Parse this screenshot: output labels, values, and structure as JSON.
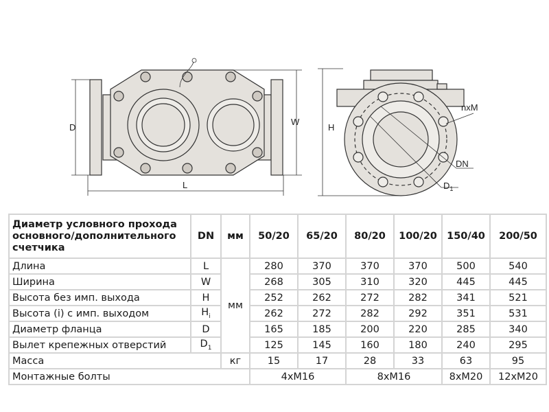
{
  "drawing": {
    "labels": {
      "D": "D",
      "W": "W",
      "L": "L",
      "H": "H",
      "nxM": "nxM",
      "DN": "DN",
      "D1": "D",
      "D1_sub": "1"
    }
  },
  "table": {
    "header": {
      "label": "Диаметр условного прохода основного/дополнительного счетчика",
      "symbol": "DN",
      "unit": "мм",
      "sizes": [
        "50/20",
        "65/20",
        "80/20",
        "100/20",
        "150/40",
        "200/50"
      ]
    },
    "dim_unit": "мм",
    "rows": [
      {
        "label": "Длина",
        "symbol": "L",
        "sub": "",
        "values": [
          "280",
          "370",
          "370",
          "370",
          "500",
          "540"
        ]
      },
      {
        "label": "Ширина",
        "symbol": "W",
        "sub": "",
        "values": [
          "268",
          "305",
          "310",
          "320",
          "445",
          "445"
        ]
      },
      {
        "label": "Высота без имп. выхода",
        "symbol": "H",
        "sub": "",
        "values": [
          "252",
          "262",
          "272",
          "282",
          "341",
          "521"
        ]
      },
      {
        "label": "Высота (i) с имп. выходом",
        "symbol": "H",
        "sub": "i",
        "values": [
          "262",
          "272",
          "282",
          "292",
          "351",
          "531"
        ]
      },
      {
        "label": "Диаметр фланца",
        "symbol": "D",
        "sub": "",
        "values": [
          "165",
          "185",
          "200",
          "220",
          "285",
          "340"
        ]
      },
      {
        "label": "Вылет крепежных отверстий",
        "symbol": "D",
        "sub": "1",
        "values": [
          "125",
          "145",
          "160",
          "180",
          "240",
          "295"
        ]
      }
    ],
    "mass": {
      "label": "Масса",
      "unit": "кг",
      "values": [
        "15",
        "17",
        "28",
        "33",
        "63",
        "95"
      ]
    },
    "bolts": {
      "label": "Монтажные болты",
      "values": [
        "4xM16",
        "8xM16",
        "8xM20",
        "12xM20"
      ]
    }
  }
}
